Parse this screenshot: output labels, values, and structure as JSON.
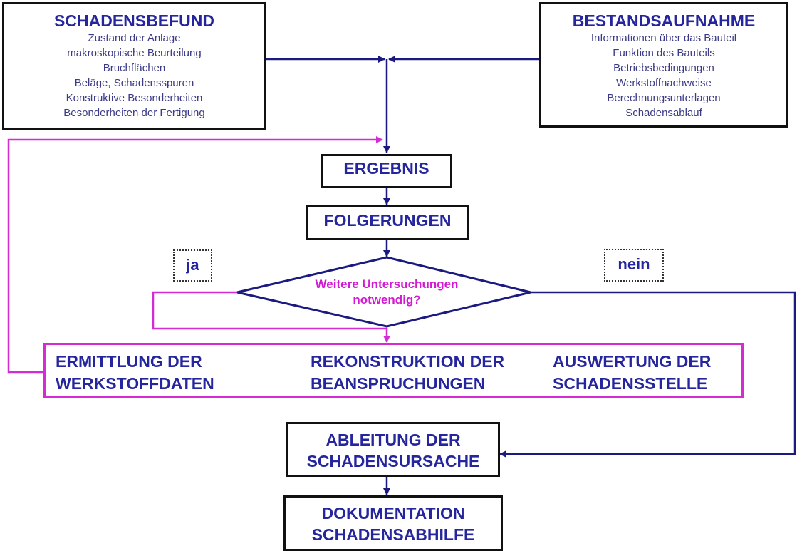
{
  "schadensbefund": {
    "title": "SCHADENSBEFUND",
    "items": [
      "Zustand der Anlage",
      "makroskopische Beurteilung",
      "Bruchflächen",
      "Beläge, Schadensspuren",
      "Konstruktive Besonderheiten",
      "Besonderheiten der Fertigung"
    ]
  },
  "bestandsaufnahme": {
    "title": "BESTANDSAUFNAHME",
    "items": [
      "Informationen über das Bauteil",
      "Funktion des Bauteils",
      "Betriebsbedingungen",
      "Werkstoffnachweise",
      "Berechnungsunterlagen",
      "Schadensablauf"
    ]
  },
  "ergebnis": "ERGEBNIS",
  "folgerungen": "FOLGERUNGEN",
  "decision": {
    "line1": "Weitere Untersuchungen",
    "line2": "notwendig?"
  },
  "yes_label": "ja",
  "no_label": "nein",
  "investigations": [
    {
      "line1": "ERMITTLUNG DER",
      "line2": "WERKSTOFFDATEN"
    },
    {
      "line1": "REKONSTRUKTION DER",
      "line2": "BEANSPRUCHUNGEN"
    },
    {
      "line1": "AUSWERTUNG DER",
      "line2": "SCHADENSSTELLE"
    }
  ],
  "ableitung": {
    "line1": "ABLEITUNG DER",
    "line2": "SCHADENSURSACHE"
  },
  "dokumentation": {
    "line1": "DOKUMENTATION",
    "line2": "SCHADENSABHILFE"
  },
  "colors": {
    "navy": "#1a1a80",
    "magenta": "#d42cd4",
    "text_blue": "#25259e",
    "border": "#111111"
  }
}
